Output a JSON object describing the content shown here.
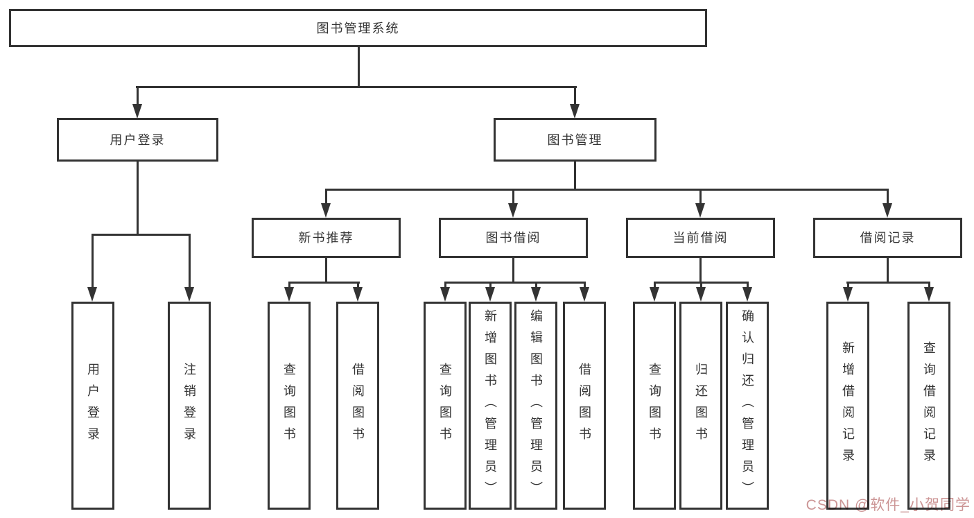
{
  "colors": {
    "line": "#333333",
    "text": "#333333",
    "box_bg": "#ffffff",
    "watermark": "#cc9595"
  },
  "watermark": {
    "text": "CSDN @软件_小贺同学"
  },
  "diagram": {
    "type": "hierarchy-tree",
    "root": {
      "label": "图书管理系统"
    },
    "children": [
      {
        "label": "用户登录",
        "children": [
          {
            "label": "用户登录"
          },
          {
            "label": "注销登录"
          }
        ]
      },
      {
        "label": "图书管理",
        "children": [
          {
            "label": "新书推荐",
            "children": [
              {
                "label": "查询图书"
              },
              {
                "label": "借阅图书"
              }
            ]
          },
          {
            "label": "图书借阅",
            "children": [
              {
                "label": "查询图书"
              },
              {
                "label": "新增图书（管理员）"
              },
              {
                "label": "编辑图书（管理员）"
              },
              {
                "label": "借阅图书"
              }
            ]
          },
          {
            "label": "当前借阅",
            "children": [
              {
                "label": "查询图书"
              },
              {
                "label": "归还图书"
              },
              {
                "label": "确认归还（管理员）"
              }
            ]
          },
          {
            "label": "借阅记录",
            "children": [
              {
                "label": "新增借阅记录"
              },
              {
                "label": "查询借阅记录"
              }
            ]
          }
        ]
      }
    ]
  }
}
